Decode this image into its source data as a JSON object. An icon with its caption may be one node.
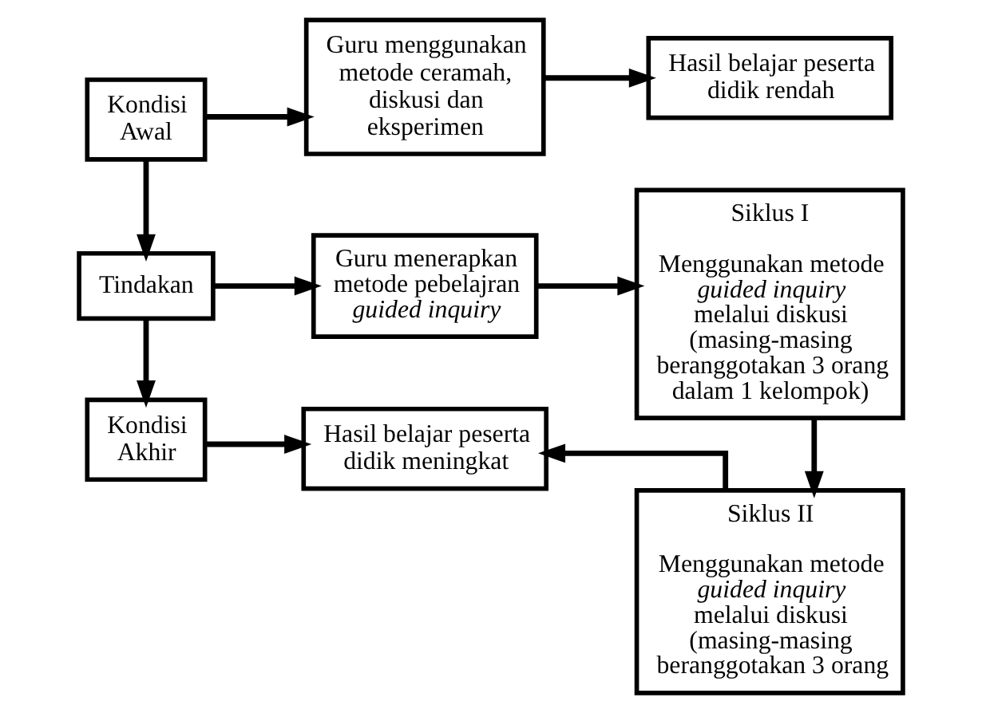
{
  "diagram": {
    "nodes": [
      {
        "text": [
          "Kondisi Awal"
        ]
      },
      {
        "text": [
          "Guru menggunakan metode ceramah, diskusi dan eksperimen"
        ]
      },
      {
        "text": [
          "Hasil belajar peserta didik rendah"
        ]
      },
      {
        "text": [
          "Tindakan"
        ]
      },
      {
        "text": [
          "Guru menerapkan metode pebelajran *guided inquiry*"
        ]
      },
      {
        "text": [
          "Siklus I",
          "Menggunakan metode *guided inquiry* melalui diskusi (masing-masing beranggotakan 3 orang dalam 1 kelompok)"
        ]
      },
      {
        "text": [
          "Kondisi Akhir"
        ]
      },
      {
        "text": [
          "Hasil belajar peserta didik meningkat"
        ]
      },
      {
        "text": [
          "Siklus II",
          "Menggunakan metode *guided inquiry* melalui diskusi (masing-masing beranggotakan 3 orang"
        ]
      }
    ],
    "edges": [
      {
        "from": 0,
        "to": 1,
        "arrow": "to"
      },
      {
        "from": 1,
        "to": 2,
        "arrow": "to"
      },
      {
        "from": 0,
        "to": 3,
        "arrow": "to"
      },
      {
        "from": 3,
        "to": 4,
        "arrow": "to"
      },
      {
        "from": 4,
        "to": 5,
        "arrow": "to"
      },
      {
        "from": 3,
        "to": 6,
        "arrow": "to"
      },
      {
        "from": 5,
        "to": 8,
        "arrow": "to"
      },
      {
        "from": 6,
        "to": 7,
        "arrow": "to"
      },
      {
        "from": 8,
        "to": 7,
        "arrow": "to"
      }
    ]
  }
}
